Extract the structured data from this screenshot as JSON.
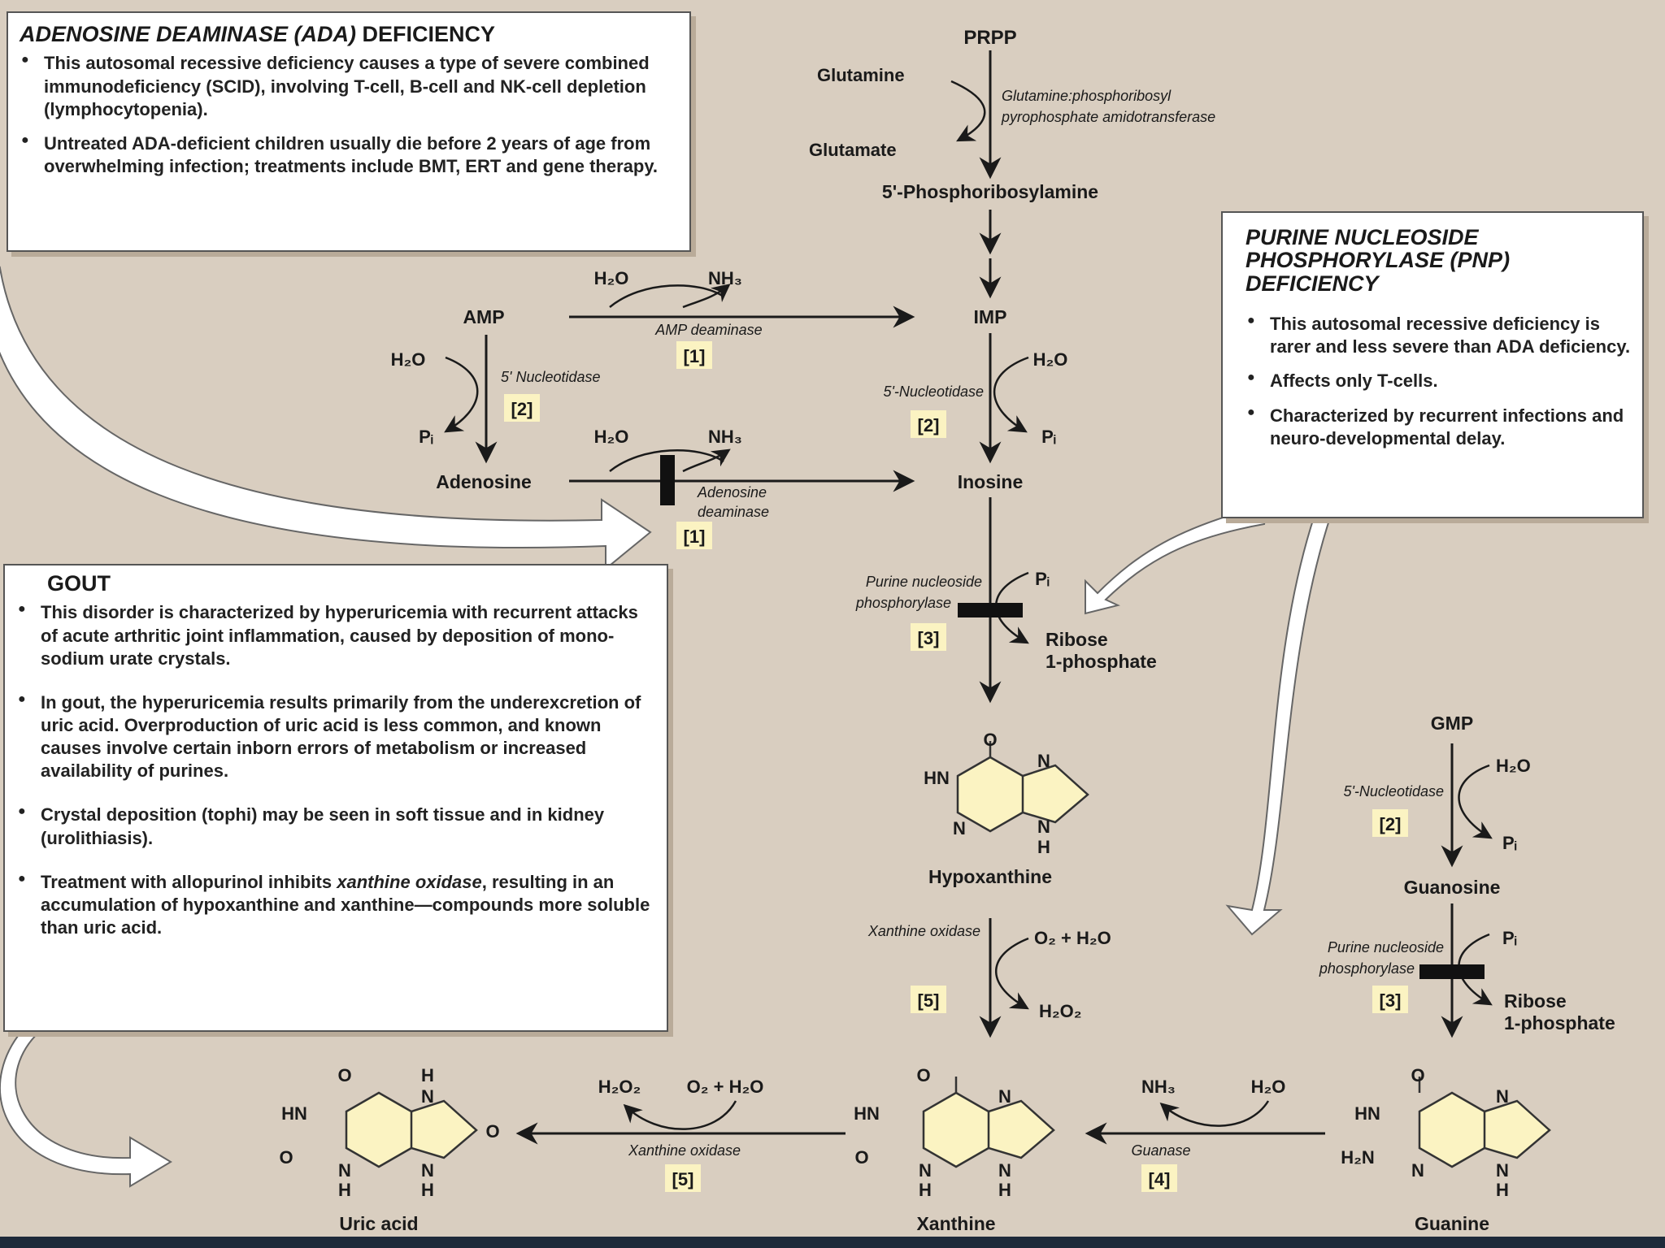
{
  "ada_box": {
    "title_italic": "ADENOSINE DEAMINASE (ADA)",
    "title_rest": " DEFICIENCY",
    "bullets": [
      "This autosomal recessive deficiency causes a type of severe combined immunodeficiency (SCID), involving T-cell, B-cell and NK-cell depletion (lymphocytopenia).",
      "Untreated ADA-deficient children usually die before 2 years of age from overwhelming infection; treatments include BMT, ERT and gene therapy."
    ]
  },
  "pnp_box": {
    "title": "PURINE NUCLEOSIDE PHOSPHORYLASE (PNP) DEFICIENCY",
    "bullets": [
      "This autosomal recessive deficiency is rarer and less severe than ADA deficiency.",
      "Affects only T-cells.",
      "Characterized by recurrent infections and neuro-developmental delay."
    ]
  },
  "gout_box": {
    "title": "GOUT",
    "b1": "This disorder is characterized by hyperuricemia with recurrent attacks of acute arthritic joint inflammation, caused by deposition of mono-sodium urate crystals.",
    "b2": "In gout, the hyperuricemia results primarily from the underexcretion of uric acid. Overproduction of uric acid is less common, and known causes involve certain inborn errors of metabolism or increased availability of purines.",
    "b3": "Crystal deposition (tophi) may be seen in soft tissue and in kidney (urolithiasis).",
    "b4_pre": "Treatment with allopurinol inhibits ",
    "b4_em": "xanthine oxidase",
    "b4_post": ", resulting in an accumulation of hypoxanthine and xanthine—compounds more soluble than uric acid."
  },
  "pathway": {
    "prpp": "PRPP",
    "glutamine": "Glutamine",
    "glutamate": "Glutamate",
    "amidotransferase_1": "Glutamine:phosphoribosyl",
    "amidotransferase_2": "pyrophosphate amidotransferase",
    "prpa": "5'-Phosphoribosylamine",
    "amp": "AMP",
    "imp": "IMP",
    "adenosine": "Adenosine",
    "inosine": "Inosine",
    "h2o": "H₂O",
    "nh3": "NH₃",
    "pi": "Pᵢ",
    "amp_deaminase": "AMP deaminase",
    "nucleotidase_amp": "5' Nucleotidase",
    "nucleotidase_imp": "5'-Nucleotidase",
    "nucleotidase_gmp": "5'-Nucleotidase",
    "ada_enzyme_1": "Adenosine",
    "ada_enzyme_2": "deaminase",
    "pnp_1": "Purine nucleoside",
    "pnp_2": "phosphorylase",
    "ribose_1": "Ribose",
    "ribose_2": "1-phosphate",
    "hypoxanthine": "Hypoxanthine",
    "xanthine_oxidase": "Xanthine oxidase",
    "o2_h2o": "O₂ + H₂O",
    "h2o2": "H₂O₂",
    "gmp": "GMP",
    "guanosine": "Guanosine",
    "guanase": "Guanase",
    "uric_acid": "Uric acid",
    "xanthine": "Xanthine",
    "guanine": "Guanine",
    "tag1": "[1]",
    "tag2": "[2]",
    "tag3": "[3]",
    "tag4": "[4]",
    "tag5": "[5]"
  },
  "atoms": {
    "o": "O",
    "n": "N",
    "h": "H",
    "hn": "HN",
    "h2n": "H₂N"
  },
  "colors": {
    "background": "#d9cec0",
    "ring_fill": "#fbf3c2",
    "box_fill": "#ffffff",
    "block_bar": "#111111"
  }
}
